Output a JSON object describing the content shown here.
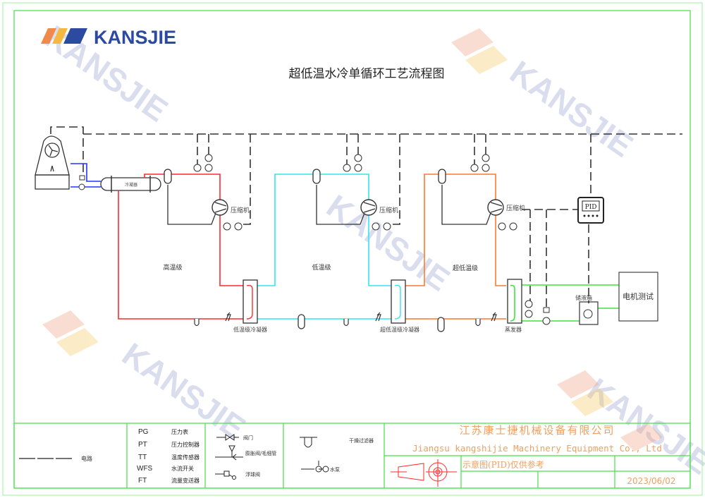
{
  "logo": {
    "text": "KANSJIE",
    "colors": [
      "#f08a4b",
      "#f5b841",
      "#2b4aa0"
    ]
  },
  "watermark": "KANSJIE",
  "title": "超低温水冷单循环工艺流程图",
  "components": {
    "condenser": "冷凝器",
    "compressor": "压缩机",
    "pid": "PID",
    "motor_test": "电机测试",
    "tank": "储液箱",
    "low_temp_condenser": "低温级冷凝器",
    "ultra_low_condenser": "超低温级冷凝器",
    "evaporator": "蒸发器"
  },
  "stages": {
    "high": "高温级",
    "low": "低温级",
    "ultra_low": "超低温级"
  },
  "legend": {
    "circuit_label": "电路",
    "abbreviations": [
      {
        "code": "PG",
        "name": "压力表"
      },
      {
        "code": "PT",
        "name": "压力控制器"
      },
      {
        "code": "TT",
        "name": "温度传感器"
      },
      {
        "code": "WFS",
        "name": "水流开关"
      },
      {
        "code": "FT",
        "name": "流量变送器"
      }
    ],
    "valve": "阀门",
    "expansion_valve": "膨胀阀/毛细管",
    "float_valve": "浮球阀",
    "filter": "干燥过滤器",
    "pump": "水泵"
  },
  "title_block": {
    "company_cn": "江苏康士捷机械设备有限公司",
    "company_en": "Jiangsu kangshijie Machinery Equipment Co., Ltd",
    "note": "示意图(PID)仅供参考",
    "date": "2023/06/02"
  },
  "colors": {
    "high": "#ff2a2a",
    "low": "#33e4f0",
    "ultra": "#ff7a2e",
    "water": "#38e838",
    "cooling": "#2233ff",
    "border": "#44e044",
    "block_text": "#f0a060"
  }
}
